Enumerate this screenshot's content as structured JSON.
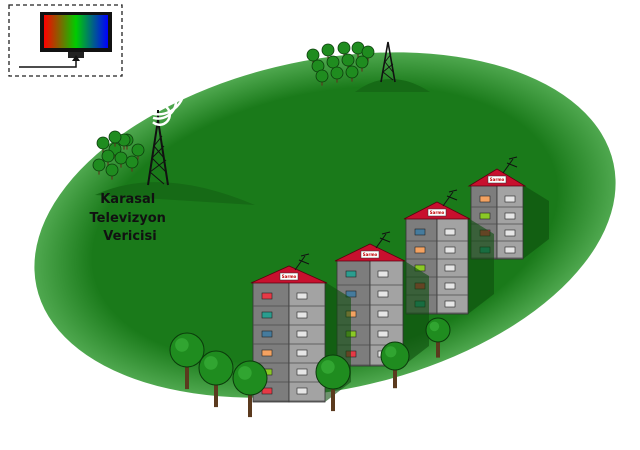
{
  "transmitter_label": [
    "Karasal",
    "Televizyon",
    "Vericisi"
  ],
  "roof_plate_text": "Sarmo",
  "icons": {
    "tv": "tv-icon",
    "main_tower": "transmitter-tower-icon",
    "distant_tower": "distant-transmitter-tower-icon"
  },
  "colors": {
    "field": "#1a7a1a",
    "hill": "#166a16",
    "roof": "#c8102e",
    "building": "#8c8c8c",
    "tree": "#1f8c1f",
    "trunk": "#5b3a1e"
  },
  "buildings": [
    {
      "floors": 6
    },
    {
      "floors": 5
    },
    {
      "floors": 5
    },
    {
      "floors": 4
    }
  ]
}
